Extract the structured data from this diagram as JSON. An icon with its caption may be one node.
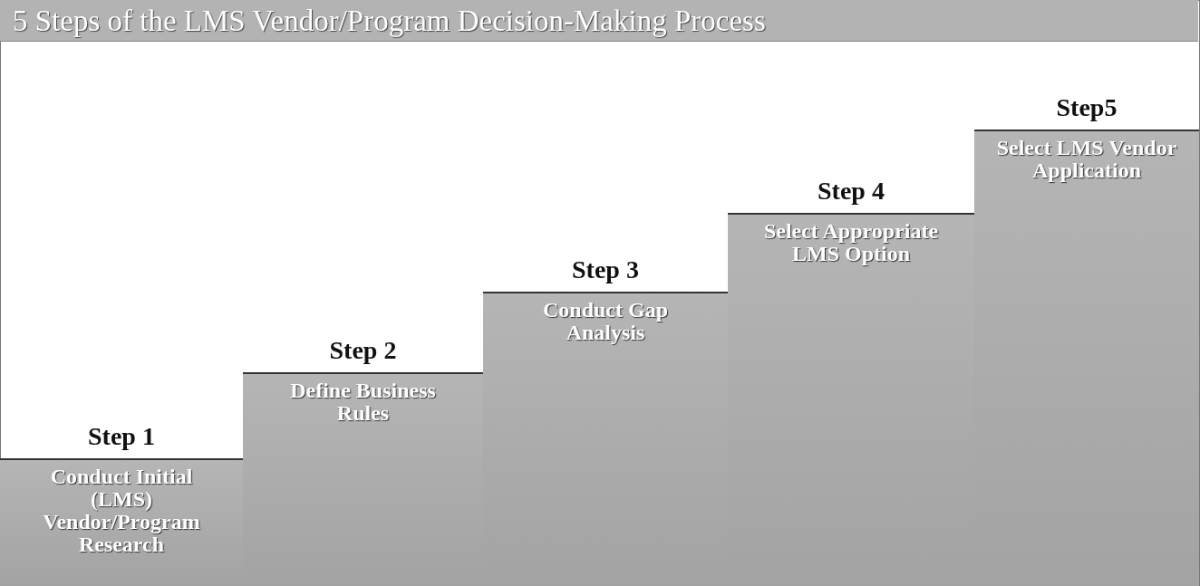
{
  "diagram": {
    "title": "5 Steps of the LMS Vendor/Program Decision-Making Process",
    "nodes": [
      {
        "text": [
          "Step 1",
          "Conduct Initial (LMS) Vendor/Program Research"
        ]
      },
      {
        "text": [
          "Step 2",
          "Define Business Rules"
        ]
      },
      {
        "text": [
          "Step 3",
          "Conduct Gap Analysis"
        ]
      },
      {
        "text": [
          "Step 4",
          "Select Appropriate LMS Option"
        ]
      },
      {
        "text": [
          "Step5",
          "Select LMS Vendor Application"
        ]
      }
    ],
    "edges": []
  }
}
